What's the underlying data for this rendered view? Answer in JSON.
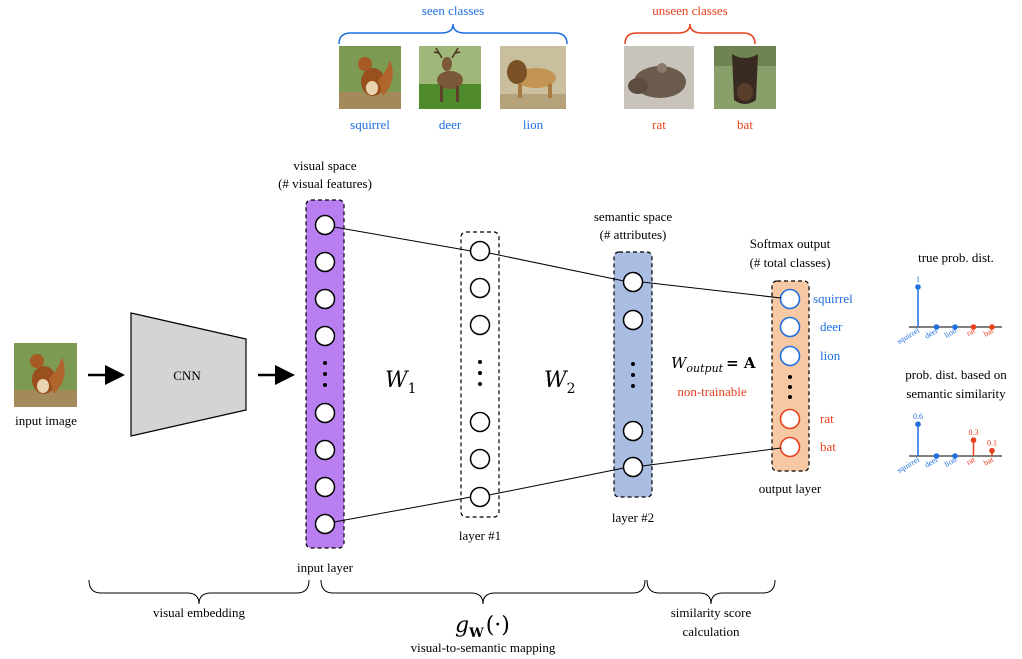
{
  "header": {
    "seen_label": "seen classes",
    "unseen_label": "unseen classes",
    "seen_classes": [
      "squirrel",
      "deer",
      "lion"
    ],
    "unseen_classes": [
      "rat",
      "bat"
    ]
  },
  "pipeline": {
    "input_image_label": "input image",
    "cnn_label": "CNN",
    "visual_space_title": "visual space",
    "visual_space_subtitle": "(# visual features)",
    "input_layer_label": "input layer",
    "w1": "W",
    "w1_sub": "1",
    "w2": "W",
    "w2_sub": "2",
    "layer1_label": "layer #1",
    "semantic_space_title": "semantic space",
    "semantic_space_subtitle": "(# attributes)",
    "layer2_label": "layer #2",
    "woutput_lhs": "W",
    "woutput_sub": "output",
    "woutput_rhs": "= A",
    "non_trainable": "non-trainable",
    "softmax_title": "Softmax output",
    "softmax_subtitle": "(# total classes)",
    "output_layer_label": "output layer",
    "output_classes": [
      "squirrel",
      "deer",
      "lion",
      "rat",
      "bat"
    ]
  },
  "bottom": {
    "visual_embedding": "visual embedding",
    "gw_func": "g",
    "gw_sub": "W",
    "gw_arg": "(·)",
    "mapping": "visual-to-semantic mapping",
    "similarity_line1": "similarity score",
    "similarity_line2": "calculation"
  },
  "colors": {
    "seen": "#1f6fe0",
    "unseen": "#e8401c",
    "input_layer_fill": "#b97ef0",
    "semantic_layer_fill": "#a9bde3",
    "output_layer_fill": "#f6c8a3",
    "cnn_fill": "#d4d4d4"
  },
  "charts": {
    "true_title": "true prob. dist.",
    "sim_title_line1": "prob. dist. based on",
    "sim_title_line2": "semantic similarity",
    "chart_data": [
      {
        "type": "bar",
        "title": "true prob. dist.",
        "categories": [
          "squirrel",
          "deer",
          "lion",
          "rat",
          "bat"
        ],
        "values": [
          1,
          0,
          0,
          0,
          0
        ],
        "labels": [
          "1",
          "",
          "",
          "",
          ""
        ]
      },
      {
        "type": "bar",
        "title": "prob. dist. based on semantic similarity",
        "categories": [
          "squirrel",
          "deer",
          "lion",
          "rat",
          "bat"
        ],
        "values": [
          0.6,
          0,
          0,
          0.3,
          0.1
        ],
        "labels": [
          "0.6",
          "",
          "",
          "0.3",
          "0.1"
        ]
      }
    ]
  }
}
